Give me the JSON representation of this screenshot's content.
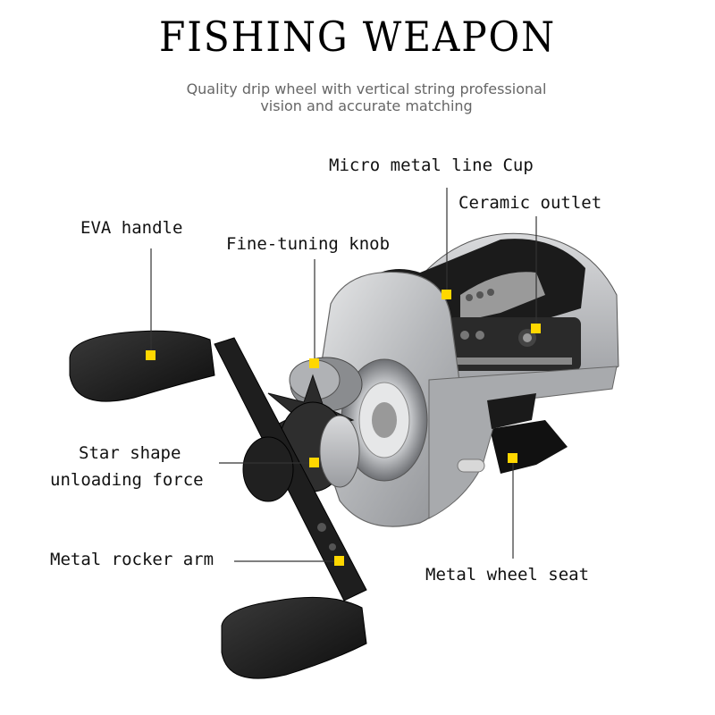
{
  "title": "FISHING WEAPON",
  "subtitle_line1": "Quality drip wheel with vertical string  professional",
  "subtitle_line2": "vision and accurate matching",
  "labels": {
    "micro_metal_line_cup": "Micro metal line Cup",
    "ceramic_outlet": "Ceramic outlet",
    "eva_handle": "EVA handle",
    "fine_tuning_knob": "Fine-tuning knob",
    "star_shape_line1": "Star shape",
    "star_shape_line2": "unloading force",
    "metal_rocker_arm": "Metal rocker arm",
    "metal_wheel_seat": "Metal wheel seat"
  },
  "colors": {
    "marker": "#ffd700",
    "body_silver": "#b9bbbe",
    "rubber_black": "#1a1a1a"
  }
}
